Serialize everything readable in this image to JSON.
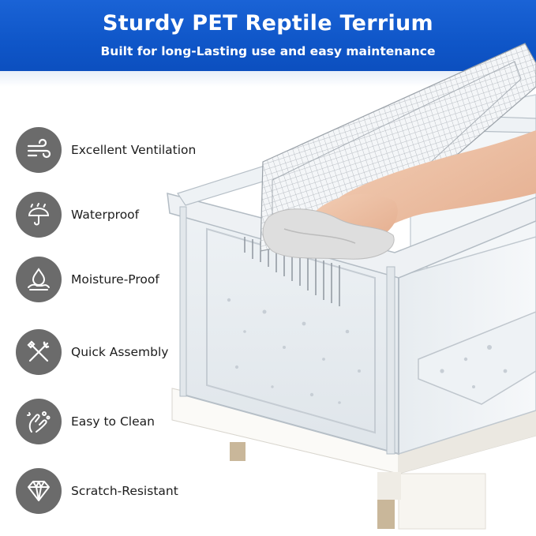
{
  "banner": {
    "title": "Sturdy PET Reptile Terrium",
    "subtitle": "Built for long-Lasting use and easy maintenance",
    "color": "#1460d2"
  },
  "features": [
    {
      "label": "Excellent Ventilation",
      "icon": "wind-icon"
    },
    {
      "label": "Waterproof",
      "icon": "umbrella-rain-icon"
    },
    {
      "label": "Moisture-Proof",
      "icon": "water-drop-hand-icon"
    },
    {
      "label": "Quick Assembly",
      "icon": "tools-icon"
    },
    {
      "label": "Easy to Clean",
      "icon": "clean-hands-icon"
    },
    {
      "label": "Scratch-Resistant",
      "icon": "diamond-icon"
    }
  ],
  "colors": {
    "icon_circle": "#6b6b6b",
    "text": "#1c1c1c",
    "base": "#f7f5f0",
    "feet": "#c9b79a"
  }
}
